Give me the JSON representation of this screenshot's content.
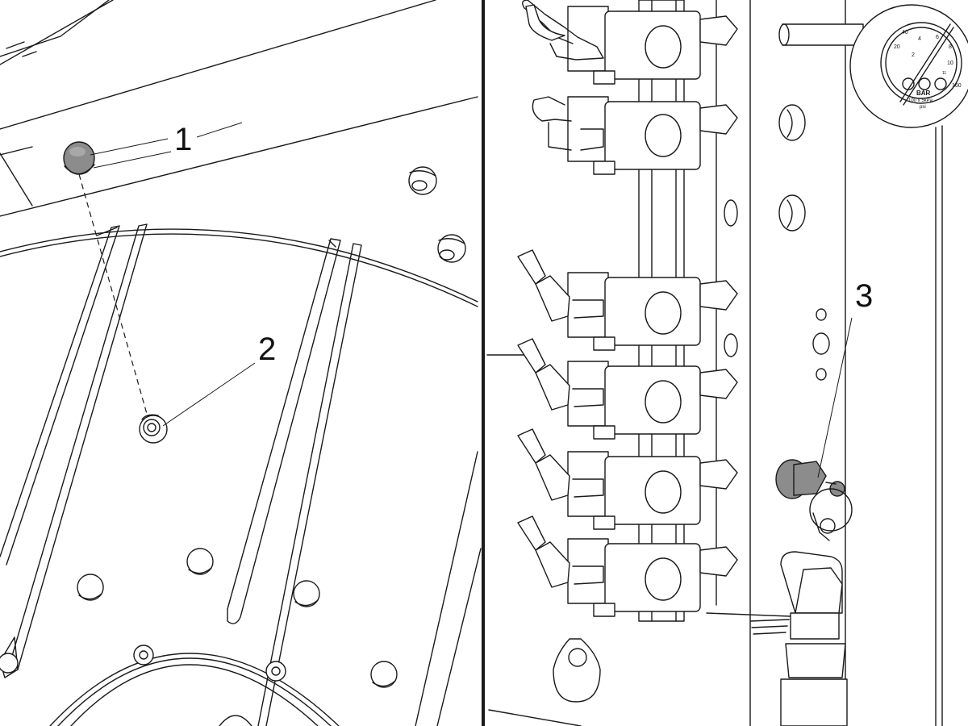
{
  "callouts": [
    {
      "label": "1"
    },
    {
      "label": "2"
    },
    {
      "label": "3"
    }
  ],
  "gauge": {
    "unit_bar": "BAR",
    "unit_kpa": "100 x 5kPa",
    "unit_psi": "psi",
    "scale_numbers": [
      "20",
      "40",
      "2",
      "4",
      "6",
      "8",
      "10",
      "11",
      "160"
    ]
  },
  "colors": {
    "line": "#1a1a1a",
    "highlight_fill": "#8c8c8c",
    "background": "#ffffff"
  }
}
